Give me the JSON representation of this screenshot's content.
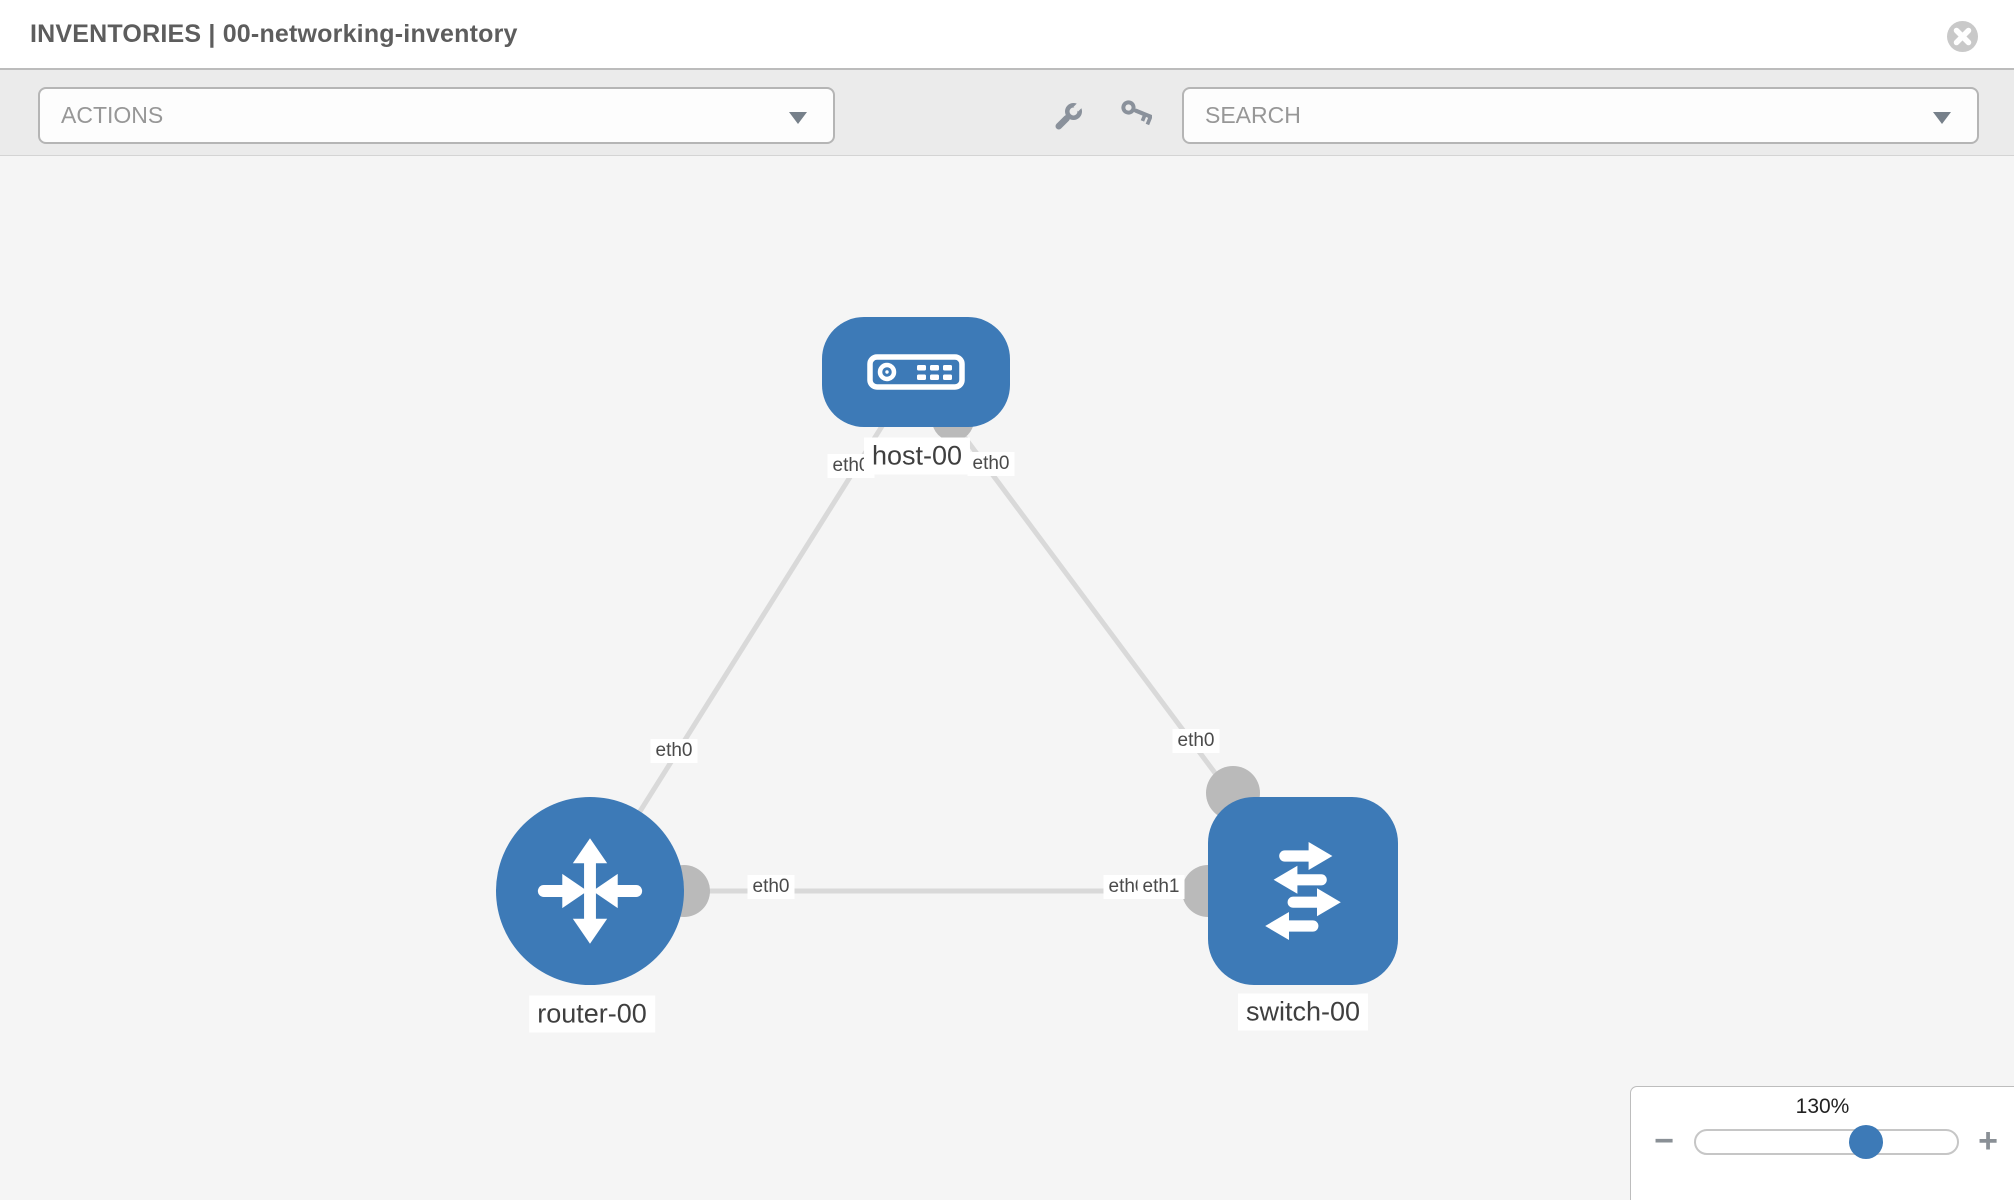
{
  "header": {
    "title": "INVENTORIES | 00-networking-inventory"
  },
  "toolbar": {
    "actions": {
      "placeholder": "ACTIONS"
    },
    "search": {
      "placeholder": "SEARCH"
    },
    "icons": [
      "wrench-icon",
      "key-icon"
    ]
  },
  "topology": {
    "nodes": [
      {
        "label": "host-00",
        "type": "host"
      },
      {
        "label": "router-00",
        "type": "router"
      },
      {
        "label": "switch-00",
        "type": "switch"
      }
    ],
    "links": [
      {
        "from": "host-00",
        "to": "router-00",
        "labels": [
          "eth0",
          "eth0"
        ]
      },
      {
        "from": "host-00",
        "to": "switch-00",
        "labels": [
          "eth0",
          "eth0"
        ]
      },
      {
        "from": "router-00",
        "to": "switch-00",
        "labels": [
          "eth0",
          "eth1"
        ],
        "overlap_label": "eth0"
      }
    ]
  },
  "zoom": {
    "level": "130%",
    "minus": "−",
    "plus": "+"
  },
  "colors": {
    "node_blue": "#3d7ab7",
    "link_gray": "#d9d9d9",
    "port_gray": "#bababa",
    "canvas_bg": "#f5f5f5",
    "toolbar_bg": "#ebebeb"
  }
}
